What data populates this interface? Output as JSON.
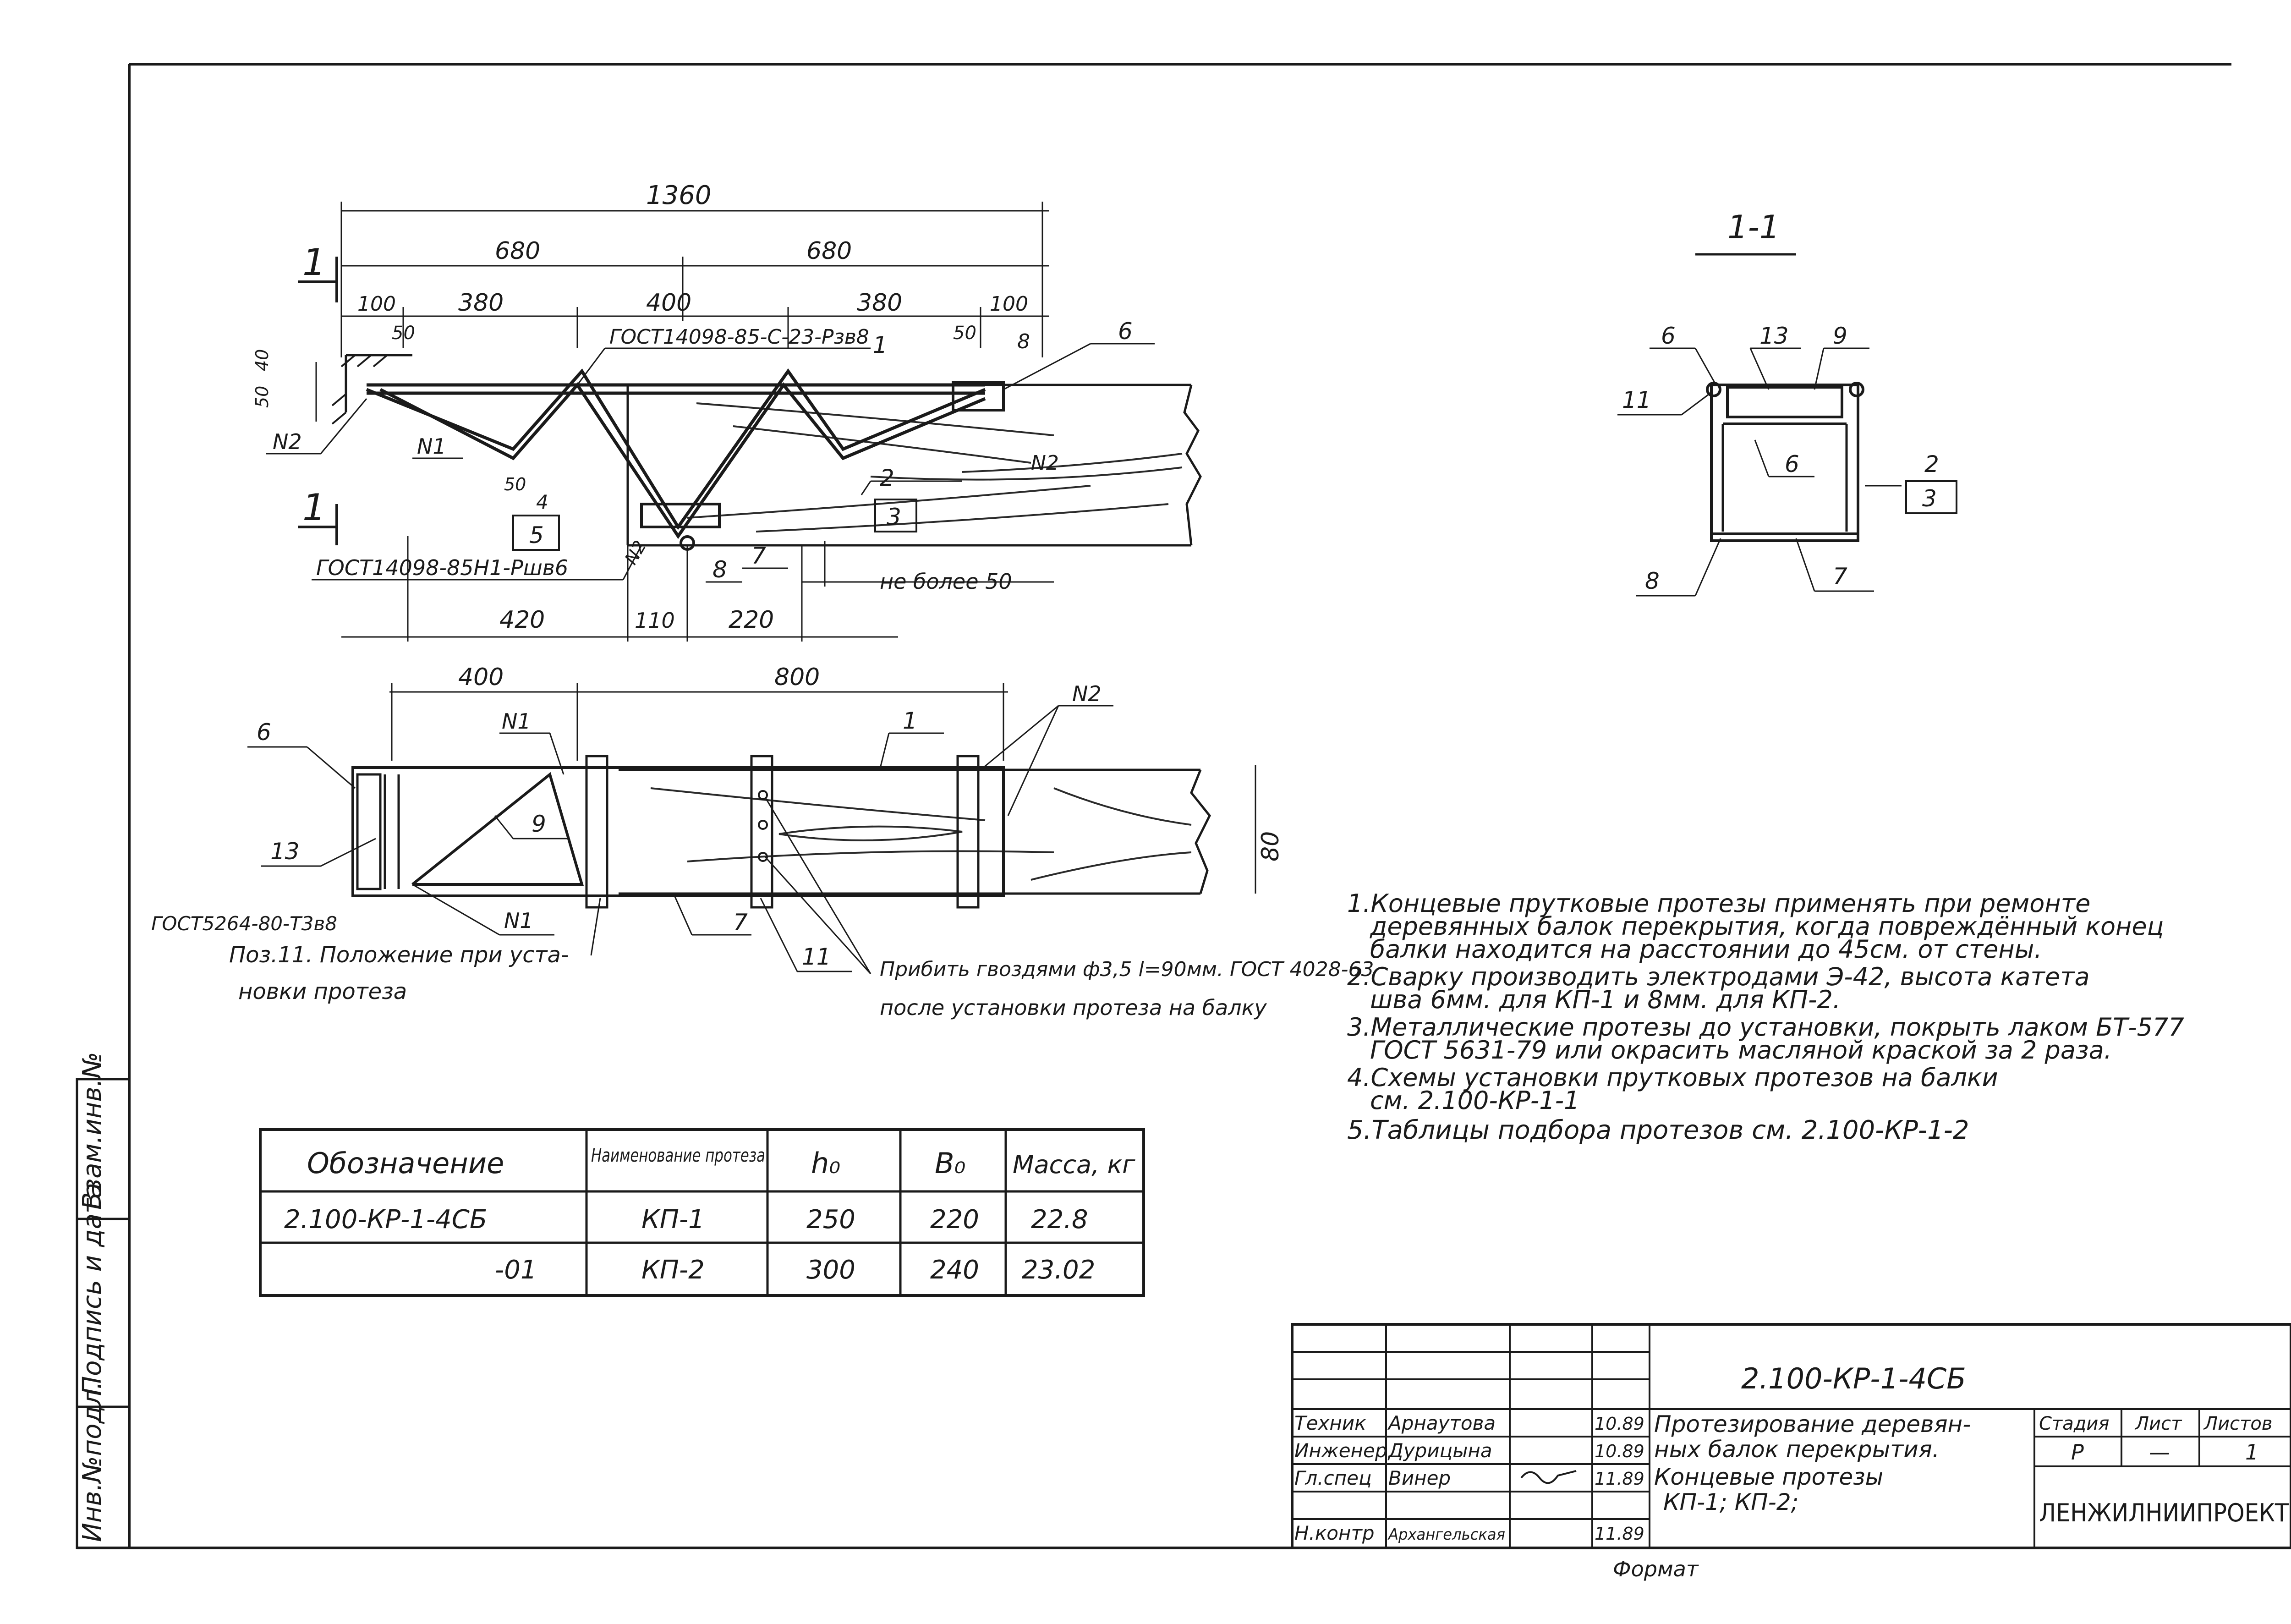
{
  "dims": {
    "total": "1360",
    "half_left": "680",
    "half_right": "680",
    "d100_left": "100",
    "d380_left": "380",
    "d400": "400",
    "d380_right": "380",
    "d100_right": "100",
    "d50_left": "50",
    "d50_right": "50",
    "d40": "40",
    "d50_vert": "50",
    "d50_small": "50",
    "d420": "420",
    "d110": "110",
    "d220": "220",
    "plan_400": "400",
    "plan_800": "800",
    "plan_80": "80"
  },
  "labels": {
    "section_mark_top": "1",
    "section_mark_bottom": "1",
    "section_title": "1-1",
    "gost_top": "ГОСТ14098-85-С-23-Рзв8",
    "gost_bottom": "ГОСТ14098-85Н1-Ршв6",
    "gost_plan": "ГОСТ5264-80-Т3в8",
    "not_more": "не более 50",
    "nail_note": "Прибить гвоздями ф3,5 l=90мм. ГОСТ 4028-63",
    "nail_note_2": "после установки протеза на балку",
    "pos11_note": "Поз.11. Положение при уста-",
    "pos11_note_2": "новки протеза",
    "n1": "N1",
    "n2": "N2",
    "n2_beam": "N2"
  },
  "positions": {
    "p1": "1",
    "p2": "2",
    "p3": "3",
    "p4": "4",
    "p5": "5",
    "p6": "6",
    "p7": "7",
    "p8": "8",
    "p9": "9",
    "p11": "11",
    "p13": "13"
  },
  "notes": [
    "1.Концевые прутковые протезы применять при ремонте",
    "деревянных балок перекрытия, когда повреждённый конец",
    "балки находится на расстоянии до 45см. от стены.",
    "2.Сварку производить электродами Э-42, высота катета",
    "шва 6мм. для КП-1 и 8мм. для КП-2.",
    "3.Металлические протезы до установки, покрыть лаком БТ-577",
    "ГОСТ 5631-79 или окрасить масляной краской за 2 раза.",
    "4.Схемы установки прутковых протезов на балки",
    "см. 2.100-КР-1-1",
    "5.Таблицы подбора протезов см. 2.100-КР-1-2"
  ],
  "table": {
    "headers": [
      "Обозначение",
      "Наименование протеза",
      "h₀",
      "B₀",
      "Масса, кг"
    ],
    "rows": [
      [
        "2.100-КР-1-4СБ",
        "КП-1",
        "250",
        "220",
        "22.8"
      ],
      [
        "-01",
        "КП-2",
        "300",
        "240",
        "23.02"
      ]
    ]
  },
  "side_stamp": [
    "Инв.№подл.",
    "Подпись и дата",
    "Взам.инв.№"
  ],
  "title_block": {
    "code": "2.100-КР-1-4СБ",
    "title_lines": [
      "Протезирование деревян-",
      "ных балок перекрытия.",
      "Концевые протезы",
      "КП-1; КП-2;"
    ],
    "roles": [
      "Техник",
      "Инженер",
      "Гл.спец",
      "Н.контр"
    ],
    "names": [
      "Арнаутова",
      "Дурицына",
      "Винер",
      "Архангельская"
    ],
    "dates": [
      "10.89",
      "10.89",
      "11.89",
      "11.89"
    ],
    "stage_label": "Стадия",
    "sheet_label": "Лист",
    "sheets_label": "Листов",
    "stage": "Р",
    "sheet": "—",
    "sheets": "1",
    "org": "ЛЕНЖИЛНИИПРОЕКТ",
    "footer": "Формат"
  }
}
